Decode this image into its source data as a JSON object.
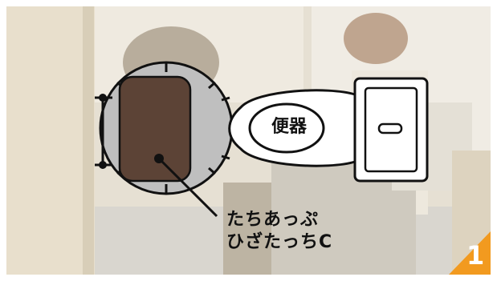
{
  "diagram": {
    "toilet_label": "便器",
    "product_label_line1": "たちあっぷ",
    "product_label_line2": "ひざたっちC"
  },
  "badge": {
    "step_number": "1",
    "color": "#f29a1f"
  },
  "colors": {
    "pad": "#5c4336",
    "seat": "#bfbfbf",
    "outline": "#111111"
  }
}
